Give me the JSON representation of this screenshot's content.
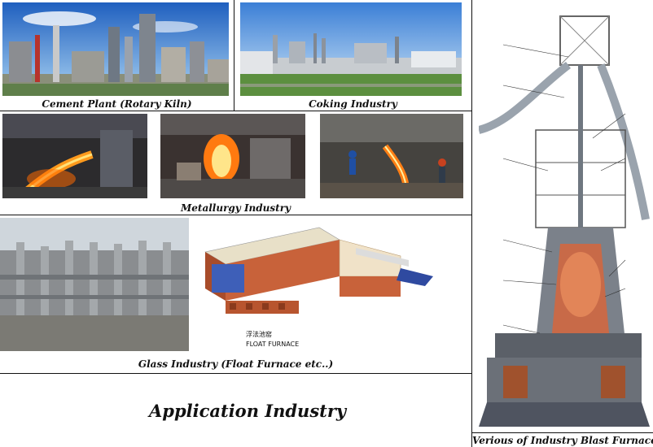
{
  "captions": {
    "cement": "Cement Plant (Rotary Kiln)",
    "coking": "Coking Industry",
    "metallurgy": "Metallurgy Industry",
    "glass": "Glass Industry (Float Furnace etc..)",
    "blast": "Verious of Industry Blast Furnace"
  },
  "title": "Application Industry",
  "float_furnace": {
    "label_cn": "浮法池窑",
    "label_en": "FLOAT FURNACE"
  },
  "colors": {
    "frame": "#111111",
    "sky": "#2f6fc4",
    "molten": "#ff8a1a",
    "brick": "#c8623a"
  }
}
